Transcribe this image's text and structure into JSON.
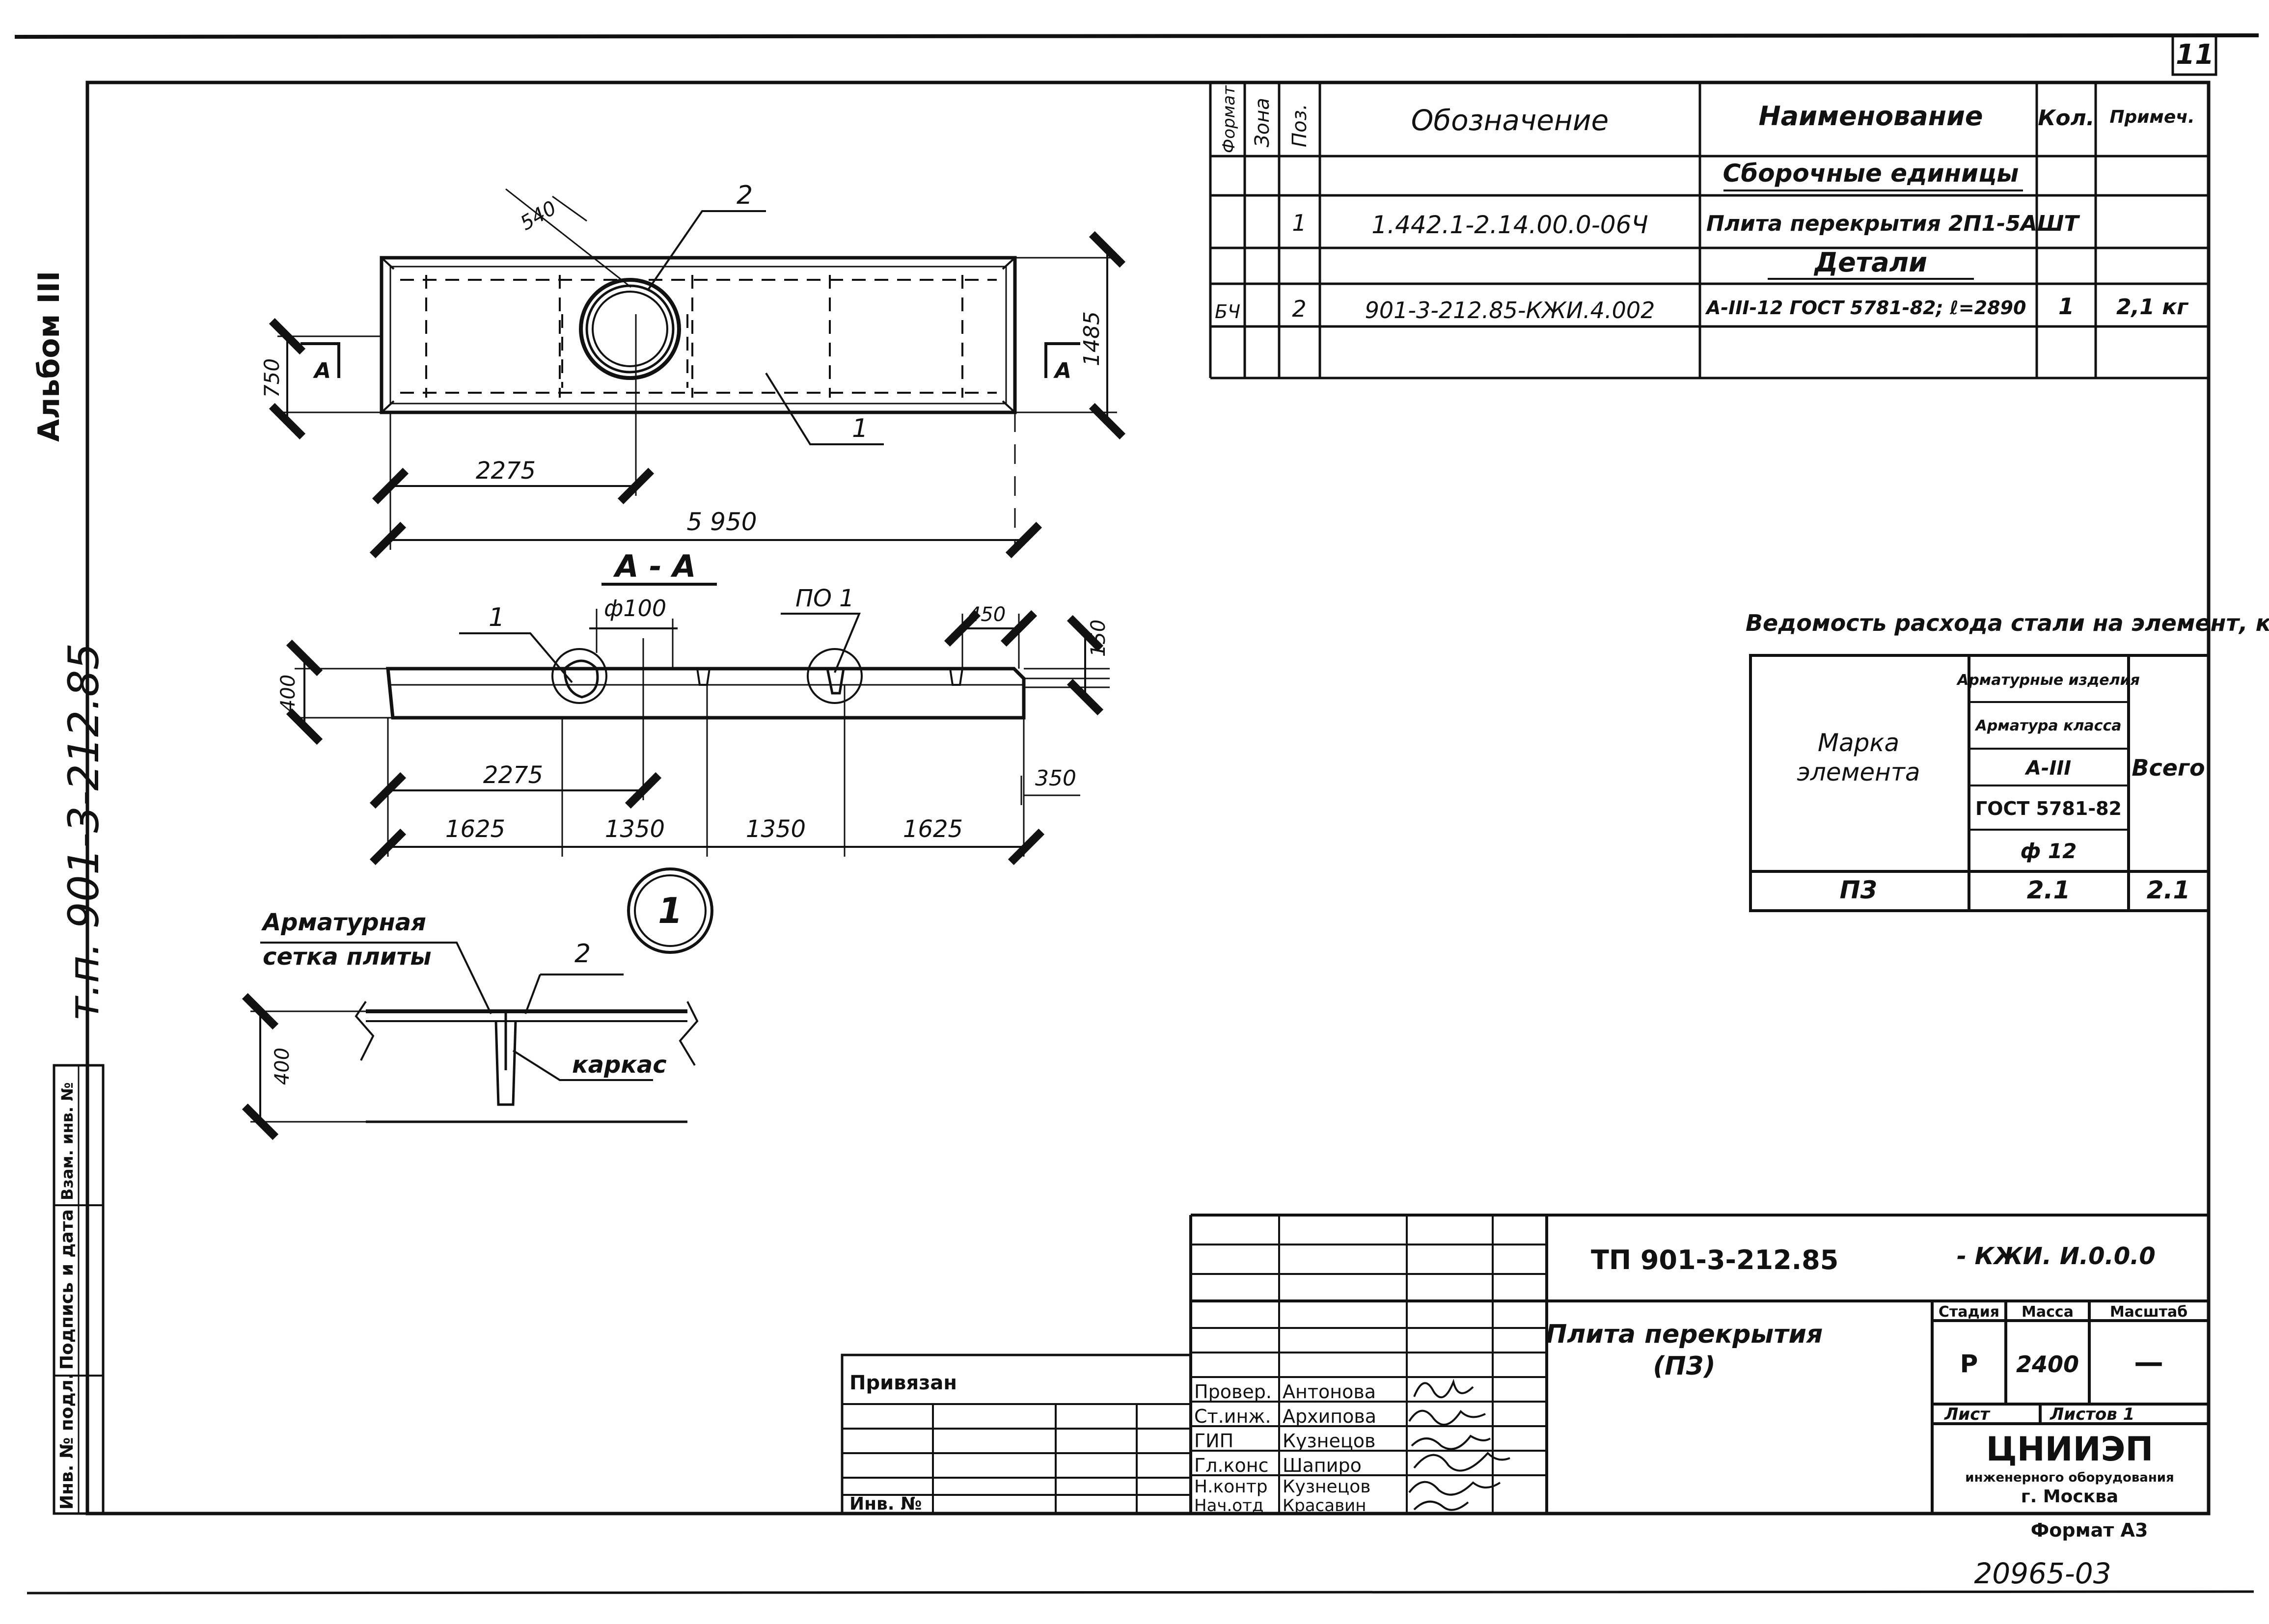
{
  "sheet": {
    "page_number": "11",
    "album_label": "Альбом III",
    "project_code_vertical": "т.п. 901-3-212.85",
    "bottom_stamp": "20965-03",
    "format_label": "Формат А3",
    "left_margin_labels": [
      "Инв. № подл.",
      "Подпись и дата",
      "Взам. инв. №"
    ]
  },
  "spec_table": {
    "headers": {
      "format": "Формат",
      "zone": "Зона",
      "pos": "Поз.",
      "designation": "Обозначение",
      "name": "Наименование",
      "qty": "Кол.",
      "note": "Примеч."
    },
    "section_assembly": "Сборочные единицы",
    "row1": {
      "pos": "1",
      "designation": "1.442.1-2.14.00.0-06Ч",
      "name": "Плита перекрытия 2П1-5АШТ"
    },
    "section_details": "Детали",
    "row2": {
      "format": "БЧ",
      "pos": "2",
      "designation": "901-3-212.85-КЖИ.4.002",
      "name": "А-III-12 ГОСТ 5781-82; ℓ=2890",
      "qty": "1",
      "note": "2,1 кг"
    }
  },
  "plan_view": {
    "dim_total_length": "5 950",
    "dim_to_hole": "2275",
    "dim_height": "1485",
    "dim_left": "750",
    "dim_hole_diag": "540",
    "section_mark": "А",
    "leader_1": "1",
    "leader_2": "2"
  },
  "section_view": {
    "title": "А - А",
    "dia_label": "ф100",
    "leader_1": "1",
    "po_label": "ПО 1",
    "dim_450": "450",
    "dim_150": "150",
    "dim_400": "400",
    "dim_350": "350",
    "dim_2275": "2275",
    "dims_bottom": [
      "1625",
      "1350",
      "1350",
      "1625"
    ]
  },
  "detail_view": {
    "callout_number": "1",
    "label_mesh_line1": "Арматурная",
    "label_mesh_line2": "сетка плиты",
    "leader_2": "2",
    "label_cage": "каркас",
    "dim_400": "400"
  },
  "steel_table": {
    "caption": "Ведомость расхода стали на элемент, кг",
    "mark_header_line1": "Марка",
    "mark_header_line2": "элемента",
    "h_products": "Арматурные изделия",
    "h_class": "Арматура класса",
    "h_steel": "А-III",
    "h_gost": "ГОСТ 5781-82",
    "h_dia": "ф 12",
    "h_total": "Всего",
    "row": {
      "mark": "П3",
      "value": "2.1",
      "total": "2.1"
    }
  },
  "title_block": {
    "doc_code": "ТП 901-3-212.85",
    "doc_suffix": "- КЖИ. И.0.0.0",
    "title_line1": "Плита перекрытия",
    "title_line2": "(П3)",
    "stage_header": "Стадия",
    "mass_header": "Масса",
    "scale_header": "Масштаб",
    "stage": "Р",
    "mass": "2400",
    "scale": "—",
    "sheet_label": "Лист",
    "sheets_label": "Листов 1",
    "org_name": "ЦНИИЭП",
    "org_line2": "инженерного оборудования",
    "org_line3": "г. Москва",
    "privyazan": "Привязан",
    "inv_label": "Инв. №",
    "signers": [
      {
        "role": "Провер.",
        "name": "Антонова"
      },
      {
        "role": "Ст.инж.",
        "name": "Архипова"
      },
      {
        "role": "ГИП",
        "name": "Кузнецов"
      },
      {
        "role": "Гл.конс",
        "name": "Шапиро"
      },
      {
        "role": "Н.контр",
        "name": "Кузнецов"
      },
      {
        "role": "Нач.отд",
        "name": "Красавин"
      }
    ]
  }
}
